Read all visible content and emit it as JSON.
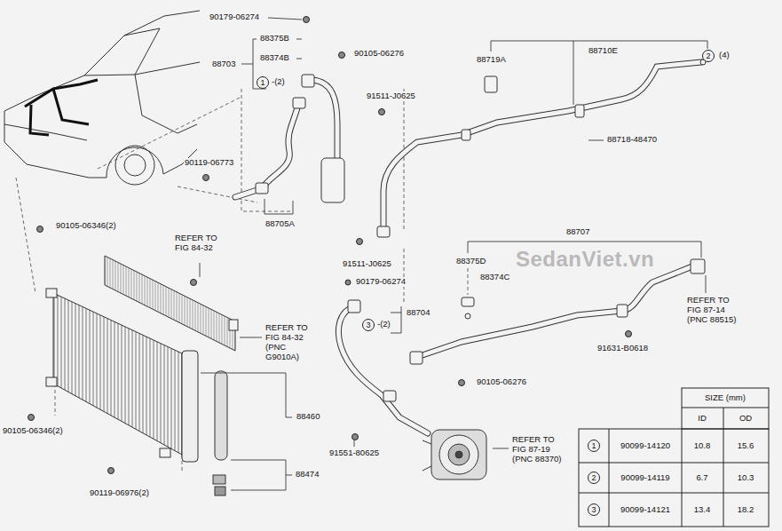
{
  "diagram": {
    "nodes": [
      {
        "text": [
          "1"
        ]
      },
      {
        "text": [
          "2"
        ]
      },
      {
        "text": [
          "3"
        ]
      },
      {
        "text": [
          "1"
        ]
      },
      {
        "text": [
          "2"
        ]
      },
      {
        "text": [
          "3"
        ]
      }
    ],
    "labels": [
      "90179-06274",
      "88375B",
      "88374B",
      "88703",
      "-(2)",
      "90105-06276",
      "88710E",
      "88719A",
      "(4)",
      "91511-J0625",
      "88718-48470",
      "90119-06773",
      "88705A",
      "90105-06346(2)",
      "REFER TO FIG 84-32",
      "88707",
      "91511-J0625",
      "88375D",
      "88374C",
      "90179-06274",
      "88704",
      "-(2)",
      "REFER TO FIG 84-32 (PNC G9010A)",
      "REFER TO FIG 87-14 (PNC 88515)",
      "91631-B0618",
      "90105-06276",
      "88460",
      "91551-80625",
      "90105-06346(2)",
      "REFER TO FIG 87-19 (PNC 88370)",
      "88474",
      "90119-06976(2)",
      "SIZE (mm)",
      "ID",
      "OD",
      "90099-14120",
      "10.8",
      "15.6",
      "90099-14119",
      "6.7",
      "10.3",
      "90099-14121",
      "13.4",
      "18.2",
      "SedanViet.vn"
    ]
  }
}
